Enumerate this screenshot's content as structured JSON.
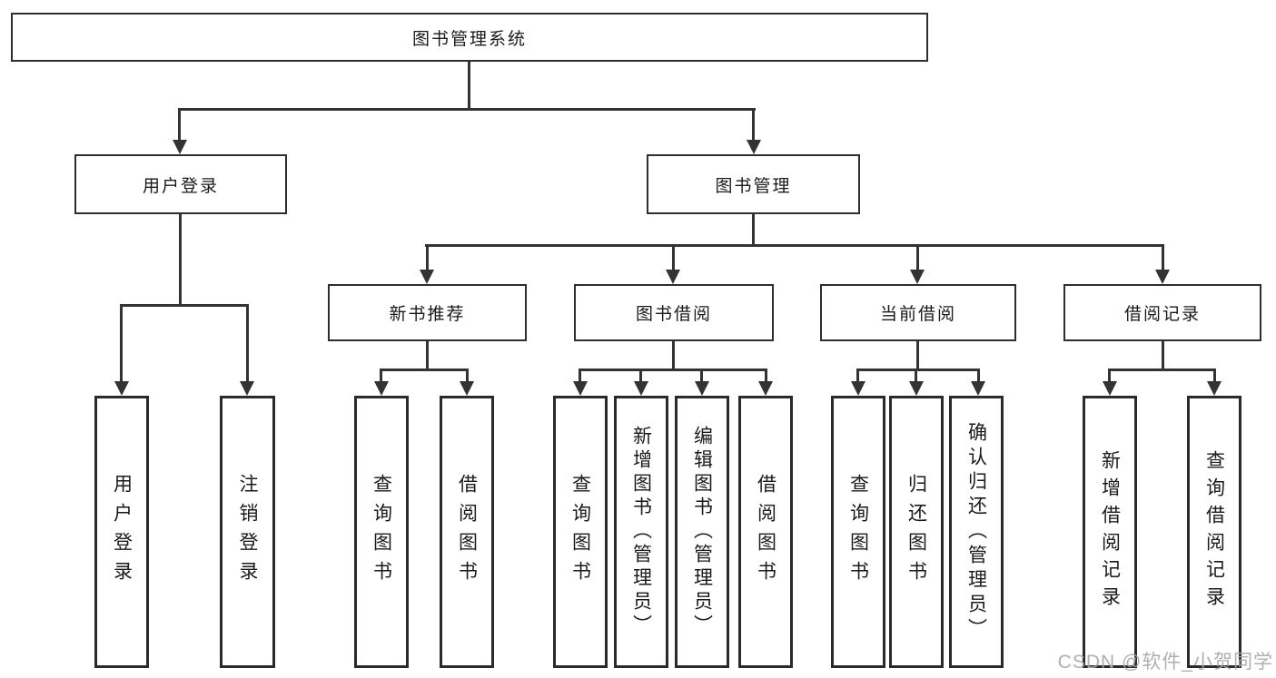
{
  "diagram": {
    "title": "图书管理系统",
    "nodes": {
      "root": "图书管理系统",
      "user_login": "用户登录",
      "book_mgmt": "图书管理",
      "new_book_rec": "新书推荐",
      "book_borrow": "图书借阅",
      "current_borrow": "当前借阅",
      "borrow_records": "借阅记录",
      "leaf_user_login": "用户登录",
      "leaf_logout": "注销登录",
      "leaf_query_books_rec": "查询图书",
      "leaf_borrow_books_rec": "借阅图书",
      "leaf_query_books_borrow": "查询图书",
      "leaf_add_book_admin": "新增图书（管理员）",
      "leaf_edit_book_admin": "编辑图书（管理员）",
      "leaf_borrow_books_borrow": "借阅图书",
      "leaf_query_books_current": "查询图书",
      "leaf_return_book": "归还图书",
      "leaf_confirm_return_admin": "确认归还（管理员）",
      "leaf_add_borrow_record": "新增借阅记录",
      "leaf_query_borrow_record": "查询借阅记录"
    },
    "colors": {
      "line": "#333333",
      "box_border": "#2e2e2e",
      "text": "#1a1a1a",
      "background": "#ffffff",
      "watermark": "#a8a8a8"
    }
  },
  "watermark": "CSDN @软件_小贺同学"
}
